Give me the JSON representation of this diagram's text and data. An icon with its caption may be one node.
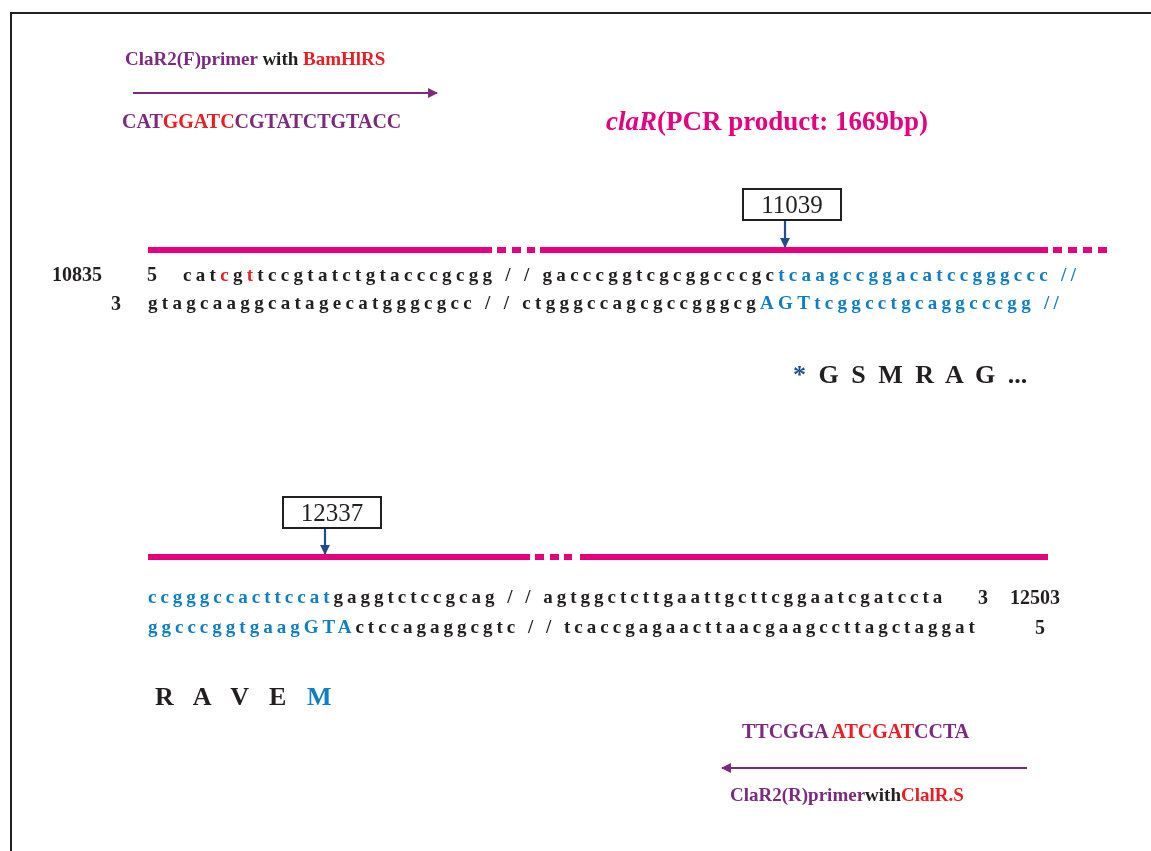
{
  "diagram": {
    "nodes": [
      {
        "text": [
          "11039"
        ]
      },
      {
        "text": [],
        "shape": "bar"
      },
      {
        "text": [
          "12337"
        ]
      },
      {
        "text": [],
        "shape": "bar"
      }
    ],
    "edges": [
      {
        "from": 0,
        "to": 1,
        "arrow": "to"
      },
      {
        "from": 2,
        "to": 3,
        "arrow": "to"
      }
    ],
    "labels": [
      "ClaR2(F)primer with BamHlRS",
      "CATGGATCCGTATCTGTACC",
      "*claR*(PCR product: 1669bp)",
      "10835",
      "5",
      "catcgttccgtatctgtacccgcgg / / gacccggtcgcggcccgctcaagccggacatccgggccc //",
      "3",
      "gtagcaaggcatagecatgggcgcc / / ctgggccagcgccgggcgAGTtcggcctgcaggcccgg //",
      "* G S M R A G ...",
      "ccgggccacttccatgaggtctccgcag / / agtggctcttgaattgcttcggaatcgatccta",
      "3",
      "12503",
      "ggcccggtgaagGTActccagaggcgtc / / tcaccgagaacttaacgaagccttagctaggat",
      "5",
      "R A V E M",
      "TTCGGA ATCGATCCTA",
      "ClaR2(R)primerwithClalR.S"
    ]
  }
}
